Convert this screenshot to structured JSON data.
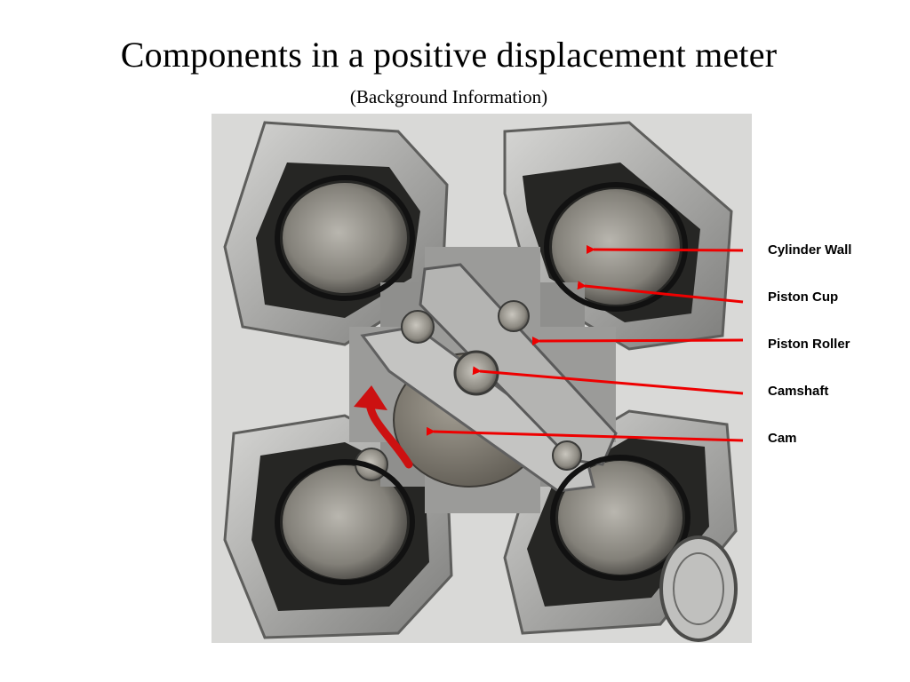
{
  "slide": {
    "title": "Components in a positive displacement meter",
    "subtitle": "(Background Information)"
  },
  "photo": {
    "description_icon": "meter-cutaway-photo",
    "colors": {
      "background": "#d8d8d6",
      "metal": "#b8b8b6",
      "metal_dark": "#6a6a68",
      "interior": "#1e1e1e",
      "arrow": "#ee0000"
    }
  },
  "labels": [
    {
      "id": "cylinder-wall",
      "text": "Cylinder Wall"
    },
    {
      "id": "piston-cup",
      "text": "Piston Cup"
    },
    {
      "id": "piston-roller",
      "text": "Piston Roller"
    },
    {
      "id": "camshaft",
      "text": "Camshaft"
    },
    {
      "id": "cam",
      "text": "Cam"
    }
  ]
}
